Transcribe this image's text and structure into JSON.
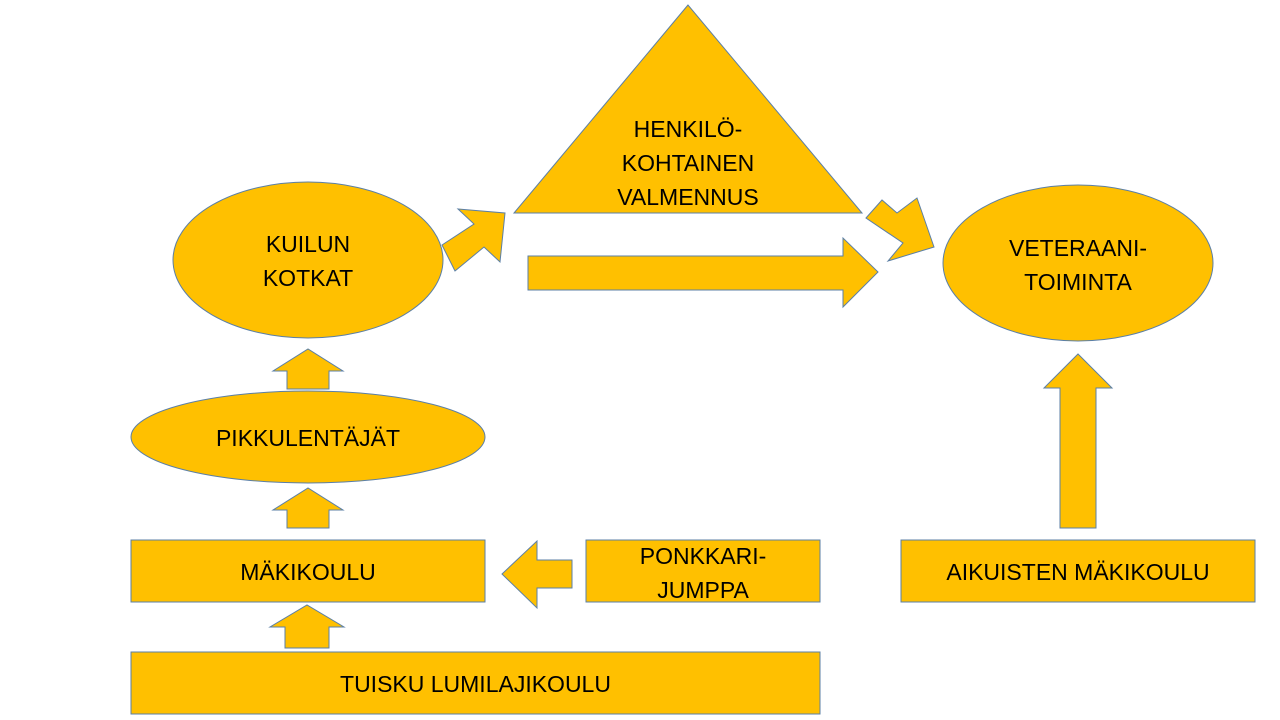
{
  "colors": {
    "fill": "#FFC000",
    "stroke": "#5B7FA6",
    "text": "#000000"
  },
  "nodes": {
    "henkilokohtainen": "HENKILÖ-\nKOHTAINEN\nVALMENNUS",
    "kuilun_kotkat": "KUILUN\nKOTKAT",
    "veteraanitoiminta": "VETERAANI-\nTOIMINTA",
    "pikkulentajat": "PIKKULENTÄJÄT",
    "makikoulu": "MÄKIKOULU",
    "ponkkarijumppa": "PONKKARI-\nJUMPPA",
    "aikuisten_makikoulu": "AIKUISTEN MÄKIKOULU",
    "tuisku": "TUISKU LUMILAJIKOULU"
  }
}
